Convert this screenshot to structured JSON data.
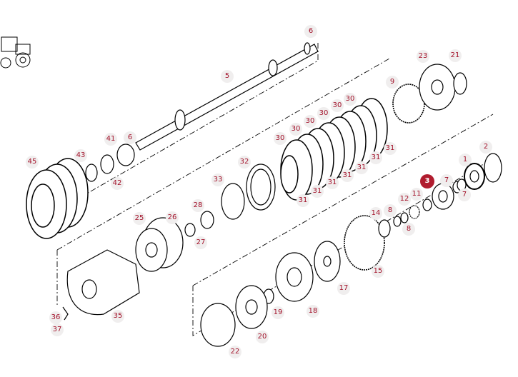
{
  "diagram": {
    "type": "exploded-parts-view",
    "highlighted_part": "3",
    "colors": {
      "label_text": "#a3122a",
      "label_bg": "#f0eeee",
      "highlight_bg": "#b01c2e",
      "line": "#000000"
    },
    "callouts": [
      "6",
      "5",
      "23",
      "21",
      "9",
      "30",
      "30",
      "30",
      "30",
      "30",
      "30",
      "41",
      "6",
      "43",
      "45",
      "42",
      "31",
      "31",
      "31",
      "31",
      "31",
      "31",
      "31",
      "32",
      "33",
      "2",
      "1",
      "3",
      "7",
      "7",
      "11",
      "12",
      "14",
      "8",
      "8",
      "25",
      "26",
      "28",
      "27",
      "15",
      "17",
      "18",
      "19",
      "20",
      "22",
      "35",
      "36",
      "37"
    ]
  }
}
